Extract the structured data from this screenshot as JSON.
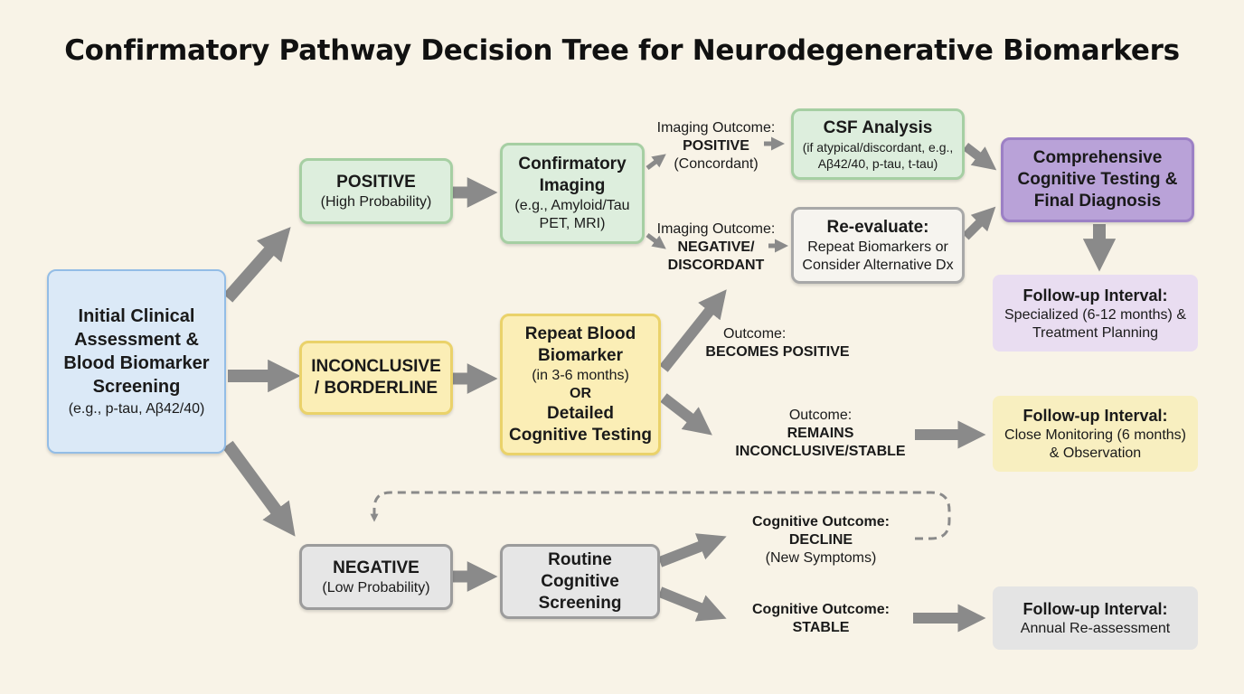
{
  "title": "Confirmatory Pathway Decision Tree for Neurodegenerative Biomarkers",
  "nodes": {
    "initial": {
      "title": "Initial Clinical Assessment & Blood Biomarker Screening",
      "sub": "(e.g., p-tau, Aβ42/40)"
    },
    "positive": {
      "title": "POSITIVE",
      "sub": "(High Probability)"
    },
    "inconclusive": {
      "title": "INCONCLUSIVE / BORDERLINE"
    },
    "negative": {
      "title": "NEGATIVE",
      "sub": "(Low Probability)"
    },
    "imaging": {
      "title": "Confirmatory Imaging",
      "sub": "(e.g., Amyloid/Tau PET, MRI)"
    },
    "repeat": {
      "title": "Repeat Blood Biomarker",
      "sub": "(in 3-6 months)",
      "or": "OR",
      "alt": "Detailed Cognitive Testing"
    },
    "routine": {
      "title": "Routine Cognitive Screening"
    },
    "csf": {
      "title": "CSF Analysis",
      "sub": "(if atypical/discordant, e.g., Aβ42/40, p-tau, t-tau)"
    },
    "reevaluate": {
      "title": "Re-evaluate:",
      "sub": "Repeat Biomarkers or Consider Alternative Dx"
    },
    "comprehensive": {
      "title": "Comprehensive Cognitive Testing & Final Diagnosis"
    },
    "follow_specialized": {
      "title": "Follow-up Interval:",
      "sub": "Specialized (6-12 months) & Treatment Planning"
    },
    "follow_close": {
      "title": "Follow-up Interval:",
      "sub": "Close Monitoring (6 months) & Observation"
    },
    "follow_annual": {
      "title": "Follow-up Interval:",
      "sub": "Annual Re-assessment"
    }
  },
  "labels": {
    "img_pos": {
      "line1": "Imaging Outcome:",
      "line2": "POSITIVE",
      "line3": "(Concordant)"
    },
    "img_neg": {
      "line1": "Imaging Outcome:",
      "line2": "NEGATIVE/",
      "line3": "DISCORDANT"
    },
    "becomes_pos": {
      "line1": "Outcome:",
      "line2": "BECOMES POSITIVE"
    },
    "remains": {
      "line1": "Outcome:",
      "line2": "REMAINS",
      "line3": "INCONCLUSIVE/STABLE"
    },
    "cog_decline": {
      "line1": "Cognitive Outcome:",
      "line2": "DECLINE",
      "line3": "(New Symptoms)"
    },
    "cog_stable": {
      "line1": "Cognitive Outcome:",
      "line2": "STABLE"
    }
  },
  "colors": {
    "arrow": "#8a8a8a",
    "blue": "#dbe9f7",
    "green": "#ddeedd",
    "yellow": "#fbeeb6",
    "grey": "#e6e6e6",
    "purple": "#b9a2d8"
  }
}
